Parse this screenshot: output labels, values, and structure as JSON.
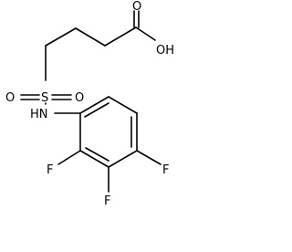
{
  "molecule": {
    "atoms": {
      "carbonyl_oxygen": "O",
      "hydroxyl": "OH",
      "sulfonyl_oxygen_left": "O",
      "sulfur": "S",
      "sulfonyl_oxygen_right": "O",
      "amine": "HN",
      "fluorine_2": "F",
      "fluorine_3": "F",
      "fluorine_4": "F"
    }
  }
}
